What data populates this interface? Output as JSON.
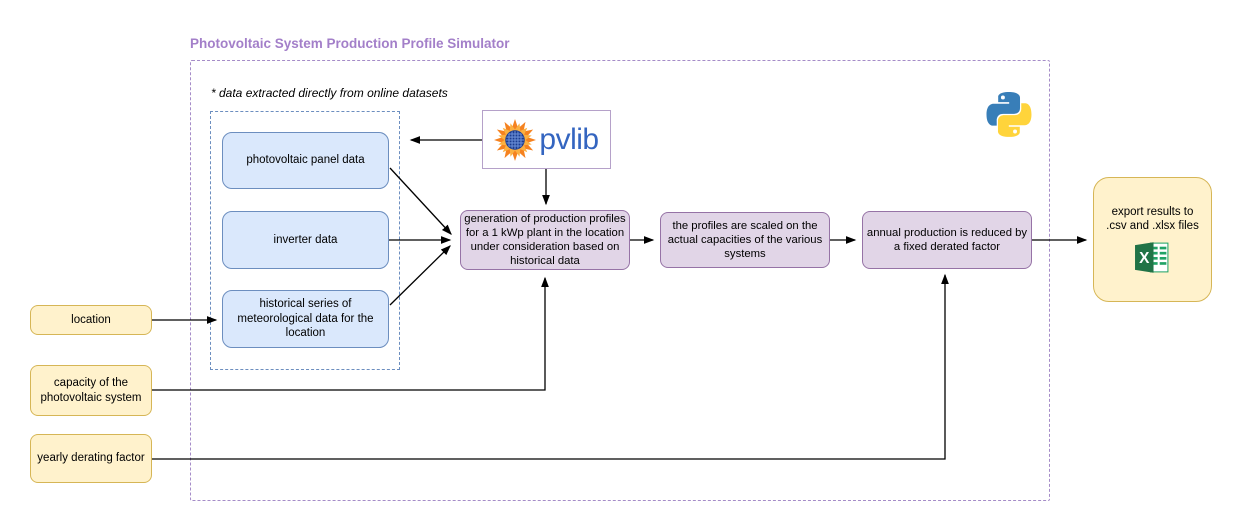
{
  "title": "Photovoltaic System Production Profile Simulator",
  "note": "* data extracted directly from online datasets",
  "inputs": {
    "location": {
      "label": "location"
    },
    "capacity": {
      "label": "capacity of the photovoltaic system"
    },
    "derating": {
      "label": "yearly derating factor"
    }
  },
  "datasets": {
    "panel": {
      "label": "photovoltaic panel data"
    },
    "inverter": {
      "label": "inverter data"
    },
    "meteo": {
      "label": "historical series of meteorological data for the location"
    }
  },
  "process": {
    "generation": {
      "label": "generation of production profiles for a 1 kWp plant in the location under consideration based on historical data"
    },
    "scaling": {
      "label": "the profiles are scaled on the actual capacities of the various systems"
    },
    "derate": {
      "label": "annual production is reduced by a fixed derated factor"
    }
  },
  "output": {
    "export": {
      "label": "export results to .csv and .xlsx files"
    }
  },
  "logos": {
    "pvlib": {
      "label": "pvlib",
      "icon": "sun-solar-panel-icon"
    },
    "python": {
      "icon": "python-logo-icon"
    },
    "excel": {
      "icon": "excel-icon",
      "letter": "X"
    }
  },
  "colors": {
    "title_text": "#a37fc9",
    "outer_container_border": "#a58cc8",
    "inner_container_border": "#6c8ebf",
    "dataset_fill": "#dae8fc",
    "dataset_border": "#6c8ebf",
    "process_fill": "#e1d5e7",
    "process_border": "#9673a6",
    "io_fill": "#fff2cc",
    "io_border": "#d6b656",
    "pvlib_text": "#3465c0",
    "python_blue": "#387eb8",
    "python_yellow": "#ffd43b",
    "excel_green": "#217346",
    "arrow": "#000000"
  }
}
